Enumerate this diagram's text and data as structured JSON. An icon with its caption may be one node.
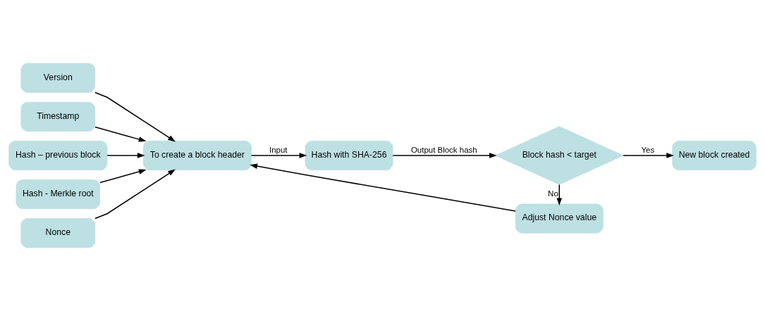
{
  "diagram": {
    "nodes": [
      {
        "text": [
          "Version"
        ]
      },
      {
        "text": [
          "Timestamp"
        ]
      },
      {
        "text": [
          "Hash – previous block"
        ]
      },
      {
        "text": [
          "Hash - Merkle root"
        ]
      },
      {
        "text": [
          "Nonce"
        ]
      },
      {
        "text": [
          "To create a block header"
        ]
      },
      {
        "text": [
          "Hash with SHA-256"
        ]
      },
      {
        "text": [
          "Block hash < target"
        ]
      },
      {
        "text": [
          "Adjust Nonce value"
        ]
      },
      {
        "text": [
          "New block created"
        ]
      }
    ],
    "edges": [
      {
        "from": 0,
        "to": 5,
        "arrow": "to"
      },
      {
        "from": 1,
        "to": 5,
        "arrow": "to"
      },
      {
        "from": 2,
        "to": 5,
        "arrow": "to"
      },
      {
        "from": 3,
        "to": 5,
        "arrow": "to"
      },
      {
        "from": 4,
        "to": 5,
        "arrow": "to"
      },
      {
        "from": 5,
        "to": 6,
        "arrow": "to",
        "label": "Input"
      },
      {
        "from": 6,
        "to": 7,
        "arrow": "to",
        "label": "Output Block hash"
      },
      {
        "from": 7,
        "to": 8,
        "arrow": "to",
        "label": "No"
      },
      {
        "from": 8,
        "to": 5,
        "arrow": "to"
      },
      {
        "from": 7,
        "to": 9,
        "arrow": "to",
        "label": "Yes"
      }
    ]
  }
}
